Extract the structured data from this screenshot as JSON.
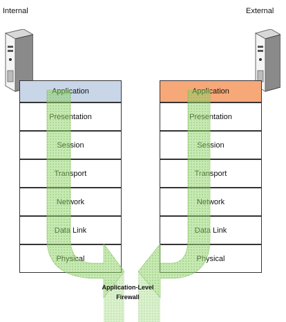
{
  "labels": {
    "internal": "Internal",
    "external": "External"
  },
  "left_stack": {
    "header_color": "#c9d6e8",
    "layers": [
      "Application",
      "Presentation",
      "Session",
      "Transport",
      "Network",
      "Data Link",
      "Physical"
    ]
  },
  "right_stack": {
    "header_color": "#f6a878",
    "layers": [
      "Application",
      "Presentation",
      "Session",
      "Transport",
      "Network",
      "Data Link",
      "Physical"
    ]
  },
  "firewall": {
    "line1": "Application-Level",
    "line2": "Firewall"
  },
  "colors": {
    "arrow": "#8fd16a",
    "arrow_stroke": "#7cc055"
  },
  "icons": {
    "left_server": "server-tower-icon",
    "right_server": "server-tower-icon"
  }
}
